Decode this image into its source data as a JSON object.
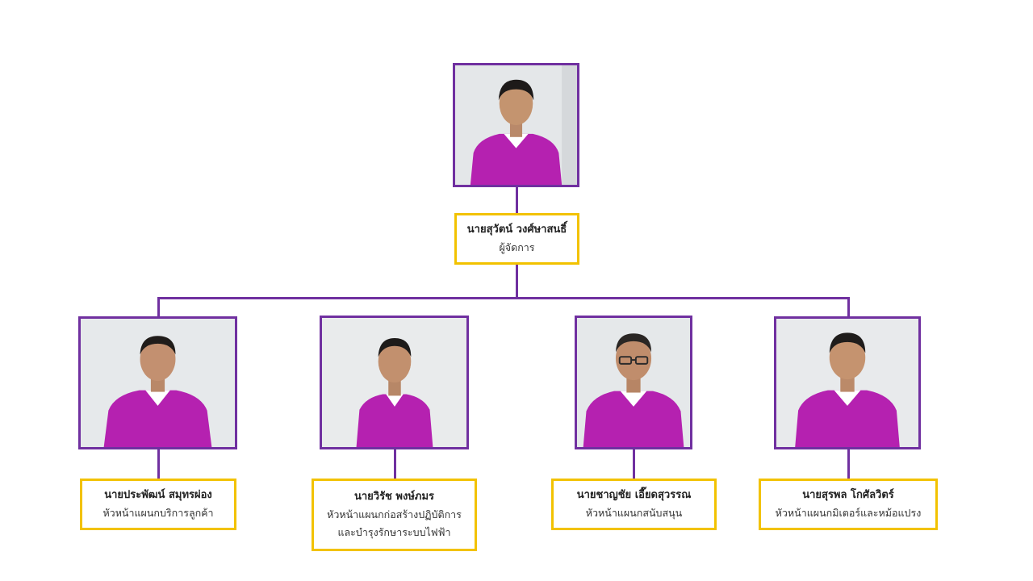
{
  "colors": {
    "connector": "#7030a0",
    "photo_border": "#7030a0",
    "label_border": "#f2c200",
    "shirt": "#b521b0"
  },
  "manager": {
    "name": "นายสุวัตน์ วงศ์ษาสนธิ์",
    "title": "ผู้จัดการ"
  },
  "staff": [
    {
      "name": "นายประพัฒน์ สมุทรผ่อง",
      "title_lines": [
        "หัวหน้าแผนกบริการลูกค้า"
      ]
    },
    {
      "name": "นายวิรัช พงษ์ภมร",
      "title_lines": [
        "หัวหน้าแผนกก่อสร้างปฏิบัติการ",
        "และบำรุงรักษาระบบไฟฟ้า"
      ]
    },
    {
      "name": "นายชาญชัย เอี๊ยดสุวรรณ",
      "title_lines": [
        "หัวหน้าแผนกสนับสนุน"
      ]
    },
    {
      "name": "นายสุรพล โกศัลวิตร์",
      "title_lines": [
        "หัวหน้าแผนกมิเตอร์และหม้อแปรง"
      ]
    }
  ]
}
